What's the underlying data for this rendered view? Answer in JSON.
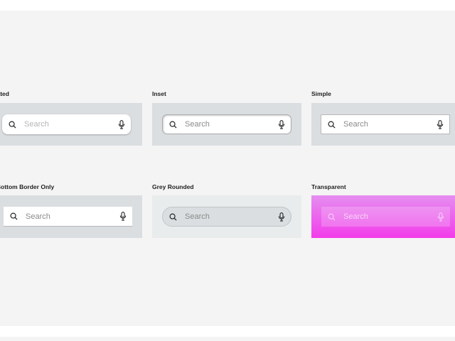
{
  "variants": [
    {
      "label": "Elevated",
      "placeholder": "Search"
    },
    {
      "label": "Inset",
      "placeholder": "Search"
    },
    {
      "label": "Simple",
      "placeholder": "Search"
    },
    {
      "label": "Bottom Border Only",
      "placeholder": "Search"
    },
    {
      "label": "Grey Rounded",
      "placeholder": "Search"
    },
    {
      "label": "Transparent",
      "placeholder": "Search"
    }
  ],
  "icons": {
    "search": "search-icon",
    "mic": "microphone-icon"
  },
  "colors": {
    "background": "#f4f4f4",
    "card": "#dadee0",
    "transparent_gradient": [
      "#e58ef0",
      "#f23cea"
    ]
  }
}
